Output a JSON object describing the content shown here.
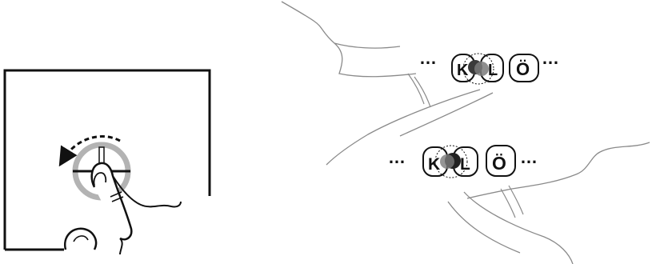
{
  "colors": {
    "stroke_dark": "#111111",
    "stroke_light": "#8a8a8a",
    "ring_gray": "#b3b3b3",
    "contact_dark": "#3a3a3a",
    "contact_mid": "#7a7a7a",
    "background": "#ffffff"
  },
  "gesture_panel": {
    "icon": "rotate-gesture-arrow-icon"
  },
  "upper_row": {
    "ellipsis_left": "…",
    "keys": [
      "K",
      "L",
      "Ö"
    ],
    "ellipsis_right": "…"
  },
  "lower_row": {
    "ellipsis_left": "…",
    "keys": [
      "K",
      "L",
      "Ö"
    ],
    "ellipsis_right": "…"
  }
}
